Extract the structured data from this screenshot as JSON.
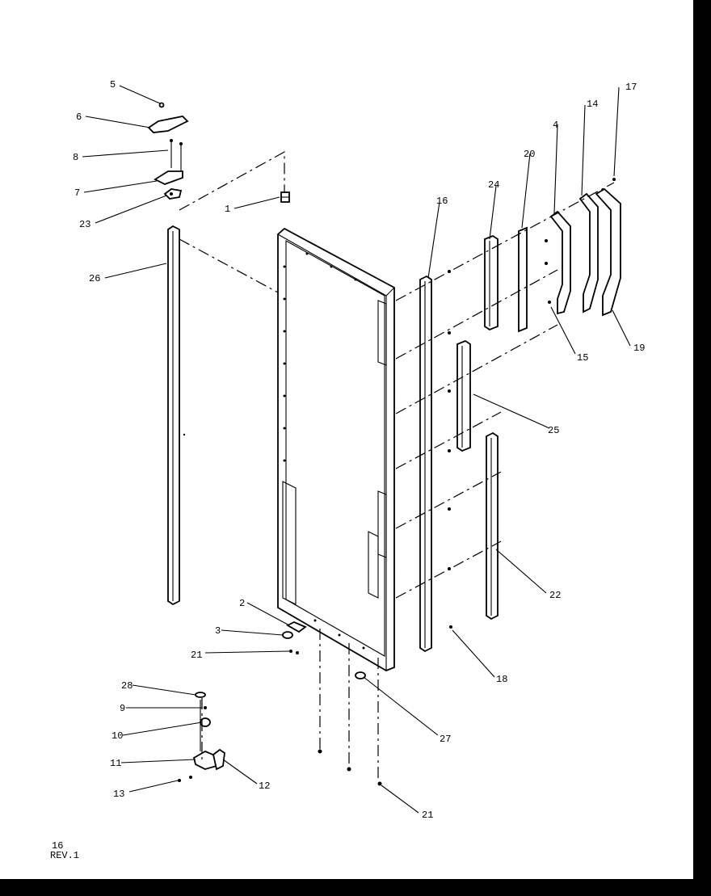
{
  "callouts": {
    "c1": "1",
    "c2": "2",
    "c3": "3",
    "c4": "4",
    "c5": "5",
    "c6": "6",
    "c7": "7",
    "c8": "8",
    "c9": "9",
    "c10": "10",
    "c11": "11",
    "c12": "12",
    "c13": "13",
    "c14": "14",
    "c15": "15",
    "c16": "16",
    "c17": "17",
    "c18": "18",
    "c19": "19",
    "c20": "20",
    "c21a": "21",
    "c21b": "21",
    "c22": "22",
    "c23": "23",
    "c24": "24",
    "c25": "25",
    "c26": "26",
    "c27": "27",
    "c28": "28"
  },
  "page_number": "16",
  "revision": "REV.1"
}
